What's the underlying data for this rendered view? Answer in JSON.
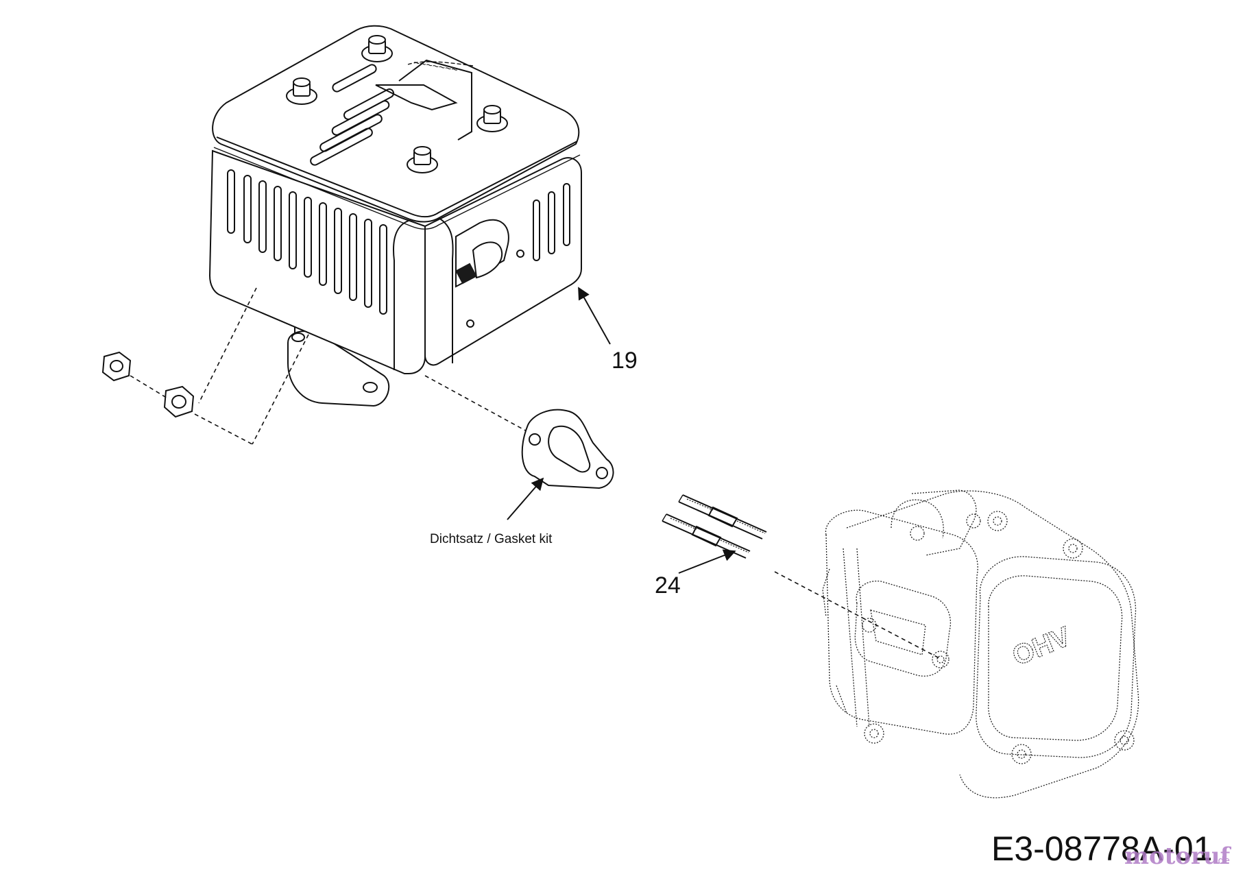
{
  "diagram": {
    "callouts": {
      "muffler": "19",
      "studs": "24"
    },
    "gasket_label": "Dichtsatz / Gasket kit",
    "drawing_code": "E3-08778A-01",
    "engine_cover_text": "OHV",
    "watermark": {
      "brand": "motoruf",
      "suffix": ".de",
      "color": "#b07cc6"
    }
  }
}
